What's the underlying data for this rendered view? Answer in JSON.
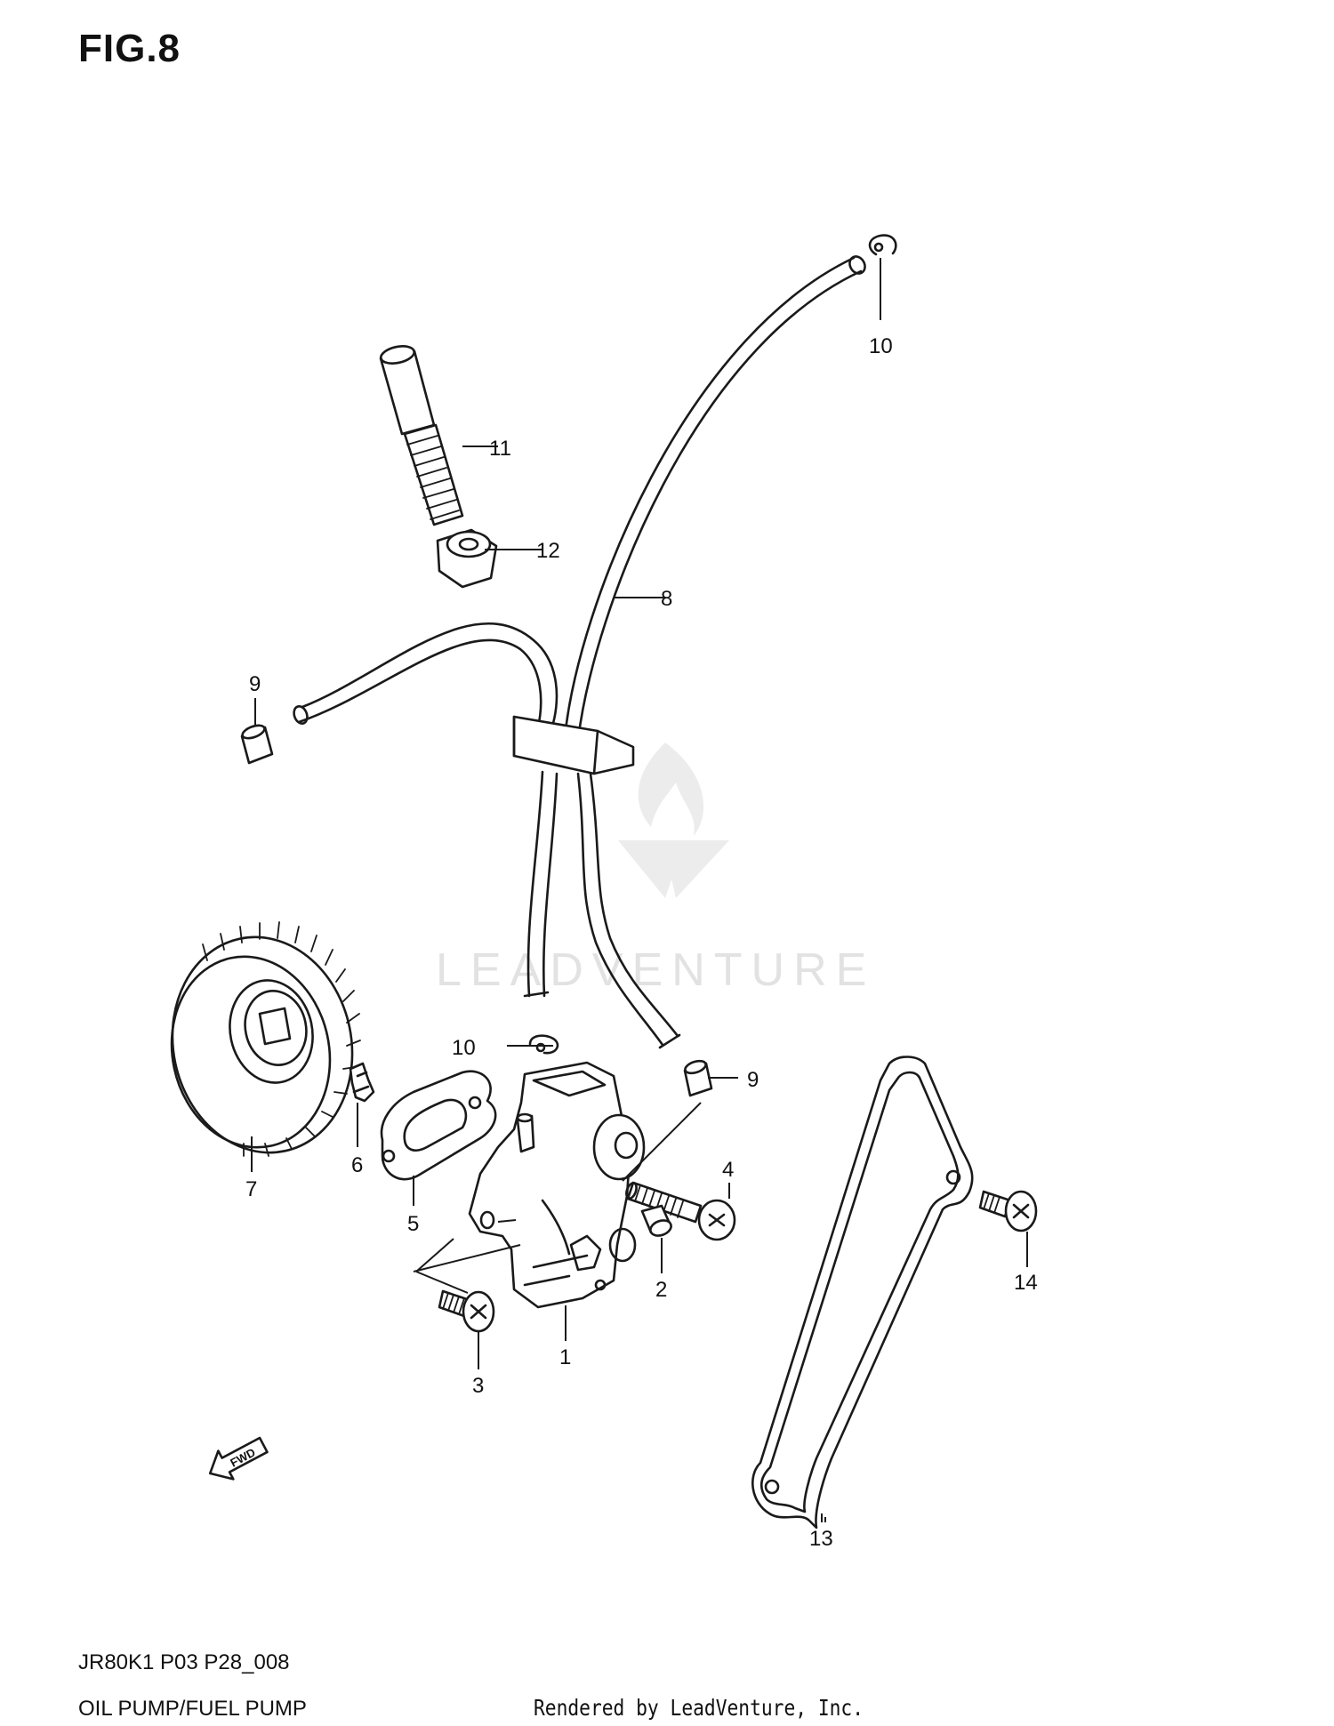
{
  "figure": {
    "title": "FIG.8",
    "watermark": "LEADVENTURE",
    "fwd_marker": "FWD",
    "reference_code": "JR80K1 P03 P28_008",
    "section_title": "OIL PUMP/FUEL PUMP",
    "credit": "Rendered by LeadVenture, Inc."
  },
  "callouts": {
    "c1": "1",
    "c2": "2",
    "c3": "3",
    "c4": "4",
    "c5": "5",
    "c6": "6",
    "c7": "7",
    "c8": "8",
    "c9a": "9",
    "c9b": "9",
    "c10a": "10",
    "c10b": "10",
    "c11": "11",
    "c12": "12",
    "c13": "13",
    "c14": "14"
  }
}
